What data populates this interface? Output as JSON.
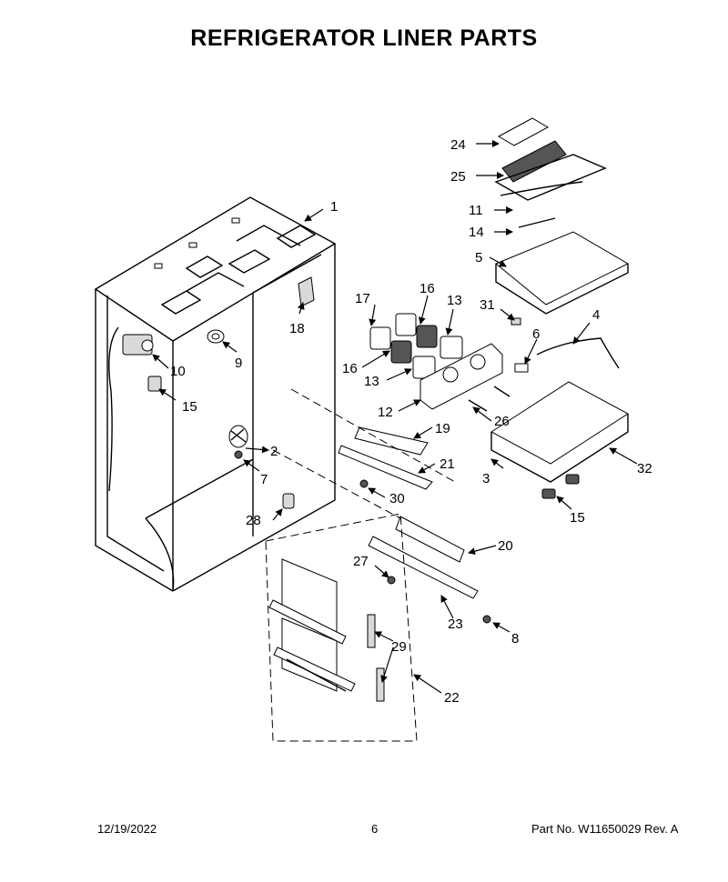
{
  "document": {
    "title": "REFRIGERATOR LINER PARTS",
    "footer": {
      "date": "12/19/2022",
      "page": "6",
      "part_number": "Part No.  W11650029  Rev.  A"
    }
  },
  "callouts": [
    {
      "id": "c1",
      "label": "1"
    },
    {
      "id": "c2",
      "label": "2"
    },
    {
      "id": "c3",
      "label": "3"
    },
    {
      "id": "c4",
      "label": "4"
    },
    {
      "id": "c5",
      "label": "5"
    },
    {
      "id": "c6",
      "label": "6"
    },
    {
      "id": "c7",
      "label": "7"
    },
    {
      "id": "c8",
      "label": "8"
    },
    {
      "id": "c9",
      "label": "9"
    },
    {
      "id": "c10",
      "label": "10"
    },
    {
      "id": "c11",
      "label": "11"
    },
    {
      "id": "c12",
      "label": "12"
    },
    {
      "id": "c13a",
      "label": "13"
    },
    {
      "id": "c13b",
      "label": "13"
    },
    {
      "id": "c14",
      "label": "14"
    },
    {
      "id": "c15a",
      "label": "15"
    },
    {
      "id": "c15b",
      "label": "15"
    },
    {
      "id": "c16a",
      "label": "16"
    },
    {
      "id": "c16b",
      "label": "16"
    },
    {
      "id": "c17",
      "label": "17"
    },
    {
      "id": "c18",
      "label": "18"
    },
    {
      "id": "c19",
      "label": "19"
    },
    {
      "id": "c20",
      "label": "20"
    },
    {
      "id": "c21",
      "label": "21"
    },
    {
      "id": "c22",
      "label": "22"
    },
    {
      "id": "c23",
      "label": "23"
    },
    {
      "id": "c24",
      "label": "24"
    },
    {
      "id": "c25",
      "label": "25"
    },
    {
      "id": "c26",
      "label": "26"
    },
    {
      "id": "c27",
      "label": "27"
    },
    {
      "id": "c28",
      "label": "28"
    },
    {
      "id": "c29",
      "label": "29"
    },
    {
      "id": "c30",
      "label": "30"
    },
    {
      "id": "c31",
      "label": "31"
    },
    {
      "id": "c32",
      "label": "32"
    }
  ]
}
